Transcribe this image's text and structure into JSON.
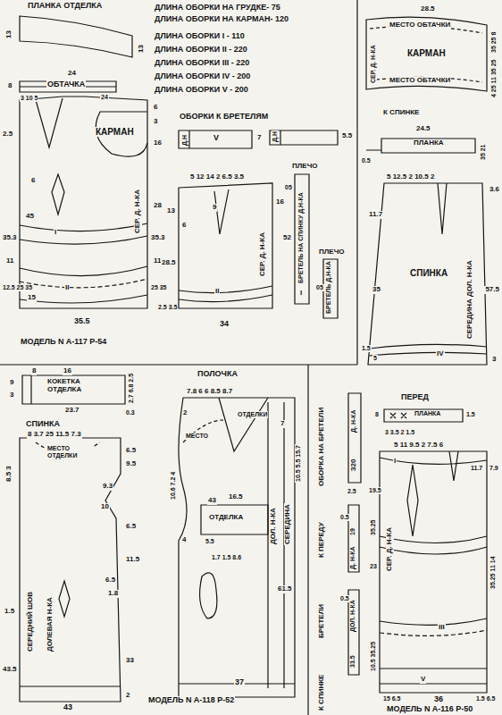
{
  "diagram": {
    "nodes": [
      {
        "text": [
          "ПЛАНКА ОТДЕЛКА"
        ]
      },
      {
        "text": [
          "ОБТАЧКА"
        ]
      },
      {
        "text": [
          "КАРМАН"
        ]
      },
      {
        "text": [
          "КАРМАН",
          "МЕСТО ОБТАЧКИ",
          "МЕСТО ОБТАЧКИ"
        ]
      },
      {
        "text": [
          "ПЛАНКА"
        ]
      },
      {
        "text": [
          "СПИНКА"
        ]
      },
      {
        "text": [
          "КОКЕТКА ОТДЕЛКА"
        ]
      },
      {
        "text": [
          "СПИНКА",
          "МЕСТО ОТДЕЛКИ"
        ]
      },
      {
        "text": [
          "ПОЛОЧКА",
          "МЕСТО",
          "ОТДЕЛКИ"
        ]
      },
      {
        "text": [
          "ОТДЕЛКА"
        ],
        "in": 8
      },
      {
        "text": [
          "ПЕРЕД",
          "ПЛАНКА"
        ]
      }
    ],
    "labels": [
      "ДЛИНА ОБОРКИ НА ГРУДКЕ- 75",
      "ДЛИНА ОБОРКИ НА КАРМАН- 120",
      "ДЛИНА ОБОРКИ I - 110",
      "ДЛИНА ОБОРКИ II - 220",
      "ДЛИНА ОБОРКИ III - 220",
      "ДЛИНА ОБОРКИ IV - 200",
      "ДЛИНА ОБОРКИ V - 200",
      "ОБОРКИ К БРЕТЕЛЯМ",
      "Д.Н",
      "V",
      "7",
      "Д.Н",
      "5.5",
      "13",
      "13",
      "24",
      "8",
      "3 10 5",
      "24",
      "6",
      "3",
      "2.5",
      "16",
      "6",
      "28",
      "СЕР. Д. Н-КА",
      "45",
      "35.3",
      "35.3",
      "I",
      "11",
      "11",
      "12.5 25 35",
      "15",
      "II",
      "25 35",
      "35.5",
      "МОДЕЛЬ N A-117 P-54",
      "5 12 14 2 6.5 3.5",
      "13",
      "6",
      "9",
      "28.5",
      "СЕР. Д. Н-КА",
      "16",
      "2.5 3.5",
      "II",
      "34",
      "ПЛЕЧО",
      "05",
      "БРЕТЕЛЬ НА СПИНКУ Д.Н-КА",
      "52",
      "I",
      "ПЛЕЧО",
      "05",
      "БРЕТЕЛЬ Д.Н-КА",
      "28.5",
      "СЕР. Д. Н-КА",
      "35 25 8",
      "4 25 11 35 25",
      "К СПИНКЕ",
      "24.5",
      "0.5",
      "35 21",
      "5 12.5 2 10.5 2",
      "3.6",
      "11.7",
      "35",
      "57.5",
      "СЕРЕДИНА ДОЛ. Н-КА",
      "IV",
      "3",
      "1.5",
      "5",
      "8",
      "16",
      "9",
      "3",
      "2.7 6.8 2.5",
      "23.7",
      "0.3",
      "8 3.7 25 11.5 7.3",
      "8.5 3",
      "6.5",
      "9.5",
      "9.3",
      "10",
      "6.5",
      "11.5",
      "6.5",
      "1.8",
      "1.5",
      "СЕРЕДНИЙ ШОВ",
      "ДОЛЕВАЯ Н-КА",
      "43.5",
      "33",
      "2",
      "43",
      "7.8 6 6 8.5 8.7",
      "2",
      "7",
      "10.6 7.2 4",
      "10.5 5.5 15.7",
      "43",
      "16.5",
      "4",
      "5.5",
      "1.7 1.5 8.6",
      "ДОЛ. Н-КА",
      "СЕРЕДИНА",
      "61.5",
      "37",
      "МОДЕЛЬ N A-118 P-52",
      "ОБОРКА НА БРЕТЕЛИ",
      "Д. Н-КА",
      "320",
      "2.5",
      "К ПЕРЕДУ",
      "0.5",
      "19",
      "Д. Н-КА",
      "БРЕТЕЛИ",
      "0.5",
      "ДОЛ. Н-КА",
      "33.5",
      "К СПИНКЕ",
      "3 3.5 2 1.5",
      "1.5",
      "5 11 9.5 2 7.5 6",
      "I",
      "11.7",
      "7.9",
      "19.5",
      "35.25",
      "СЕР. Д. Н-КА",
      "23",
      "35.25 11 14",
      "III",
      "10.5 35.25",
      "V",
      "15 6.5",
      "1.5 6.5",
      "36",
      "МОДЕЛЬ N A-116 P-50",
      "8"
    ]
  }
}
